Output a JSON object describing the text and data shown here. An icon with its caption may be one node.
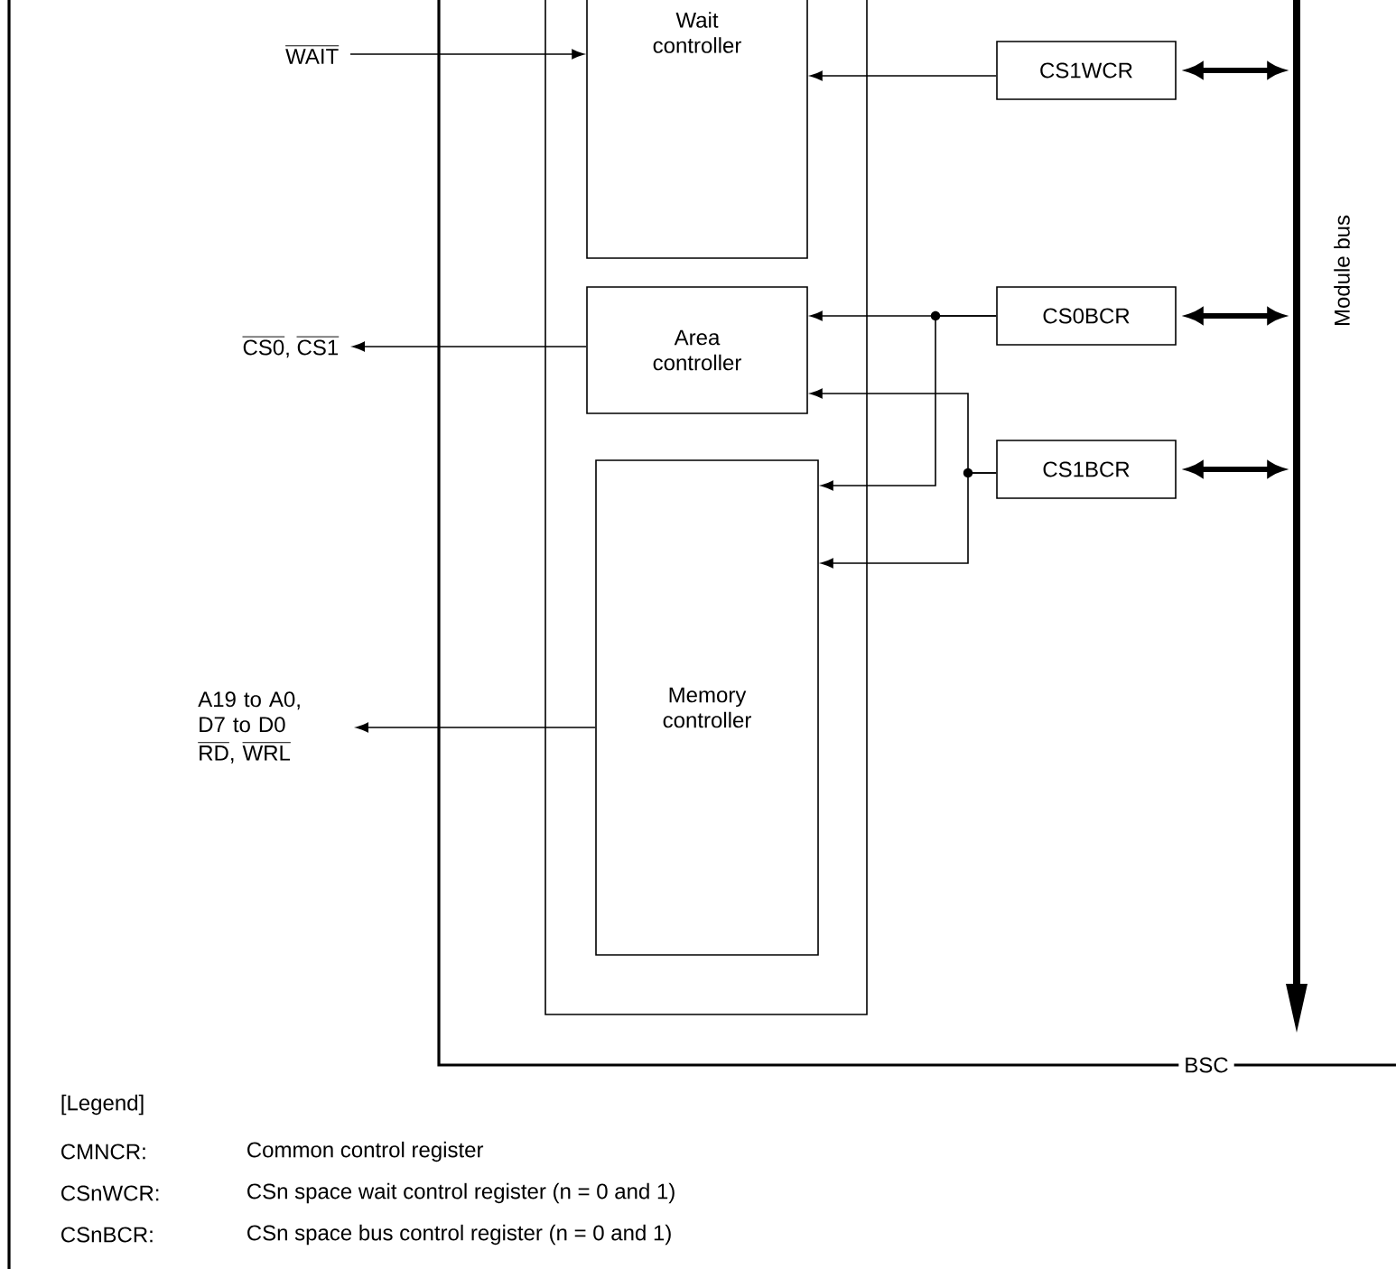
{
  "diagram": {
    "nodes": [
      {
        "text": [
          "BSC"
        ]
      },
      {
        "text": [],
        "shape": "box",
        "in": 0
      },
      {
        "text": [
          "Wait controller"
        ],
        "in": 1
      },
      {
        "text": [
          "Area controller"
        ],
        "in": 1
      },
      {
        "text": [
          "Memory controller"
        ],
        "in": 1
      },
      {
        "text": [
          "CS1WCR"
        ],
        "in": 0
      },
      {
        "text": [
          "CS0BCR"
        ],
        "in": 0
      },
      {
        "text": [
          "CS1BCR"
        ],
        "in": 0
      },
      {
        "text": [
          "Module bus"
        ],
        "in": 0
      },
      {
        "text": [
          "\\overline{\\text{WAIT}}"
        ]
      },
      {
        "text": [
          "\\overline{\\text{CS0}}\\text{, }\\overline{\\text{CS1}}"
        ]
      },
      {
        "text": [
          "A19 to A0, D7 to D0",
          "\\overline{\\text{RD}}\\text{, }\\overline{\\text{WRL}}"
        ]
      }
    ],
    "edges": [
      {
        "from": 9,
        "to": 2,
        "arrow": "to"
      },
      {
        "from": 3,
        "to": 10,
        "arrow": "to"
      },
      {
        "from": 4,
        "to": 11,
        "arrow": "to"
      },
      {
        "from": 5,
        "to": 2,
        "arrow": "to"
      },
      {
        "from": 6,
        "to": 3,
        "arrow": "to"
      },
      {
        "from": 6,
        "to": 4,
        "arrow": "to"
      },
      {
        "from": 7,
        "to": 3,
        "arrow": "to"
      },
      {
        "from": 7,
        "to": 4,
        "arrow": "to"
      },
      {
        "from": 5,
        "to": 8,
        "arrow": "both",
        "style": "thick"
      },
      {
        "from": 6,
        "to": 8,
        "arrow": "both",
        "style": "thick"
      },
      {
        "from": 7,
        "to": 8,
        "arrow": "both",
        "style": "thick"
      }
    ],
    "labels": [
      "[Legend]",
      "CMNCR:",
      "Common control register",
      "CSnWCR:",
      "CSn space wait control register (n = 0 and 1)",
      "CSnBCR:",
      "CSn space bus control register (n = 0 and 1)"
    ]
  }
}
